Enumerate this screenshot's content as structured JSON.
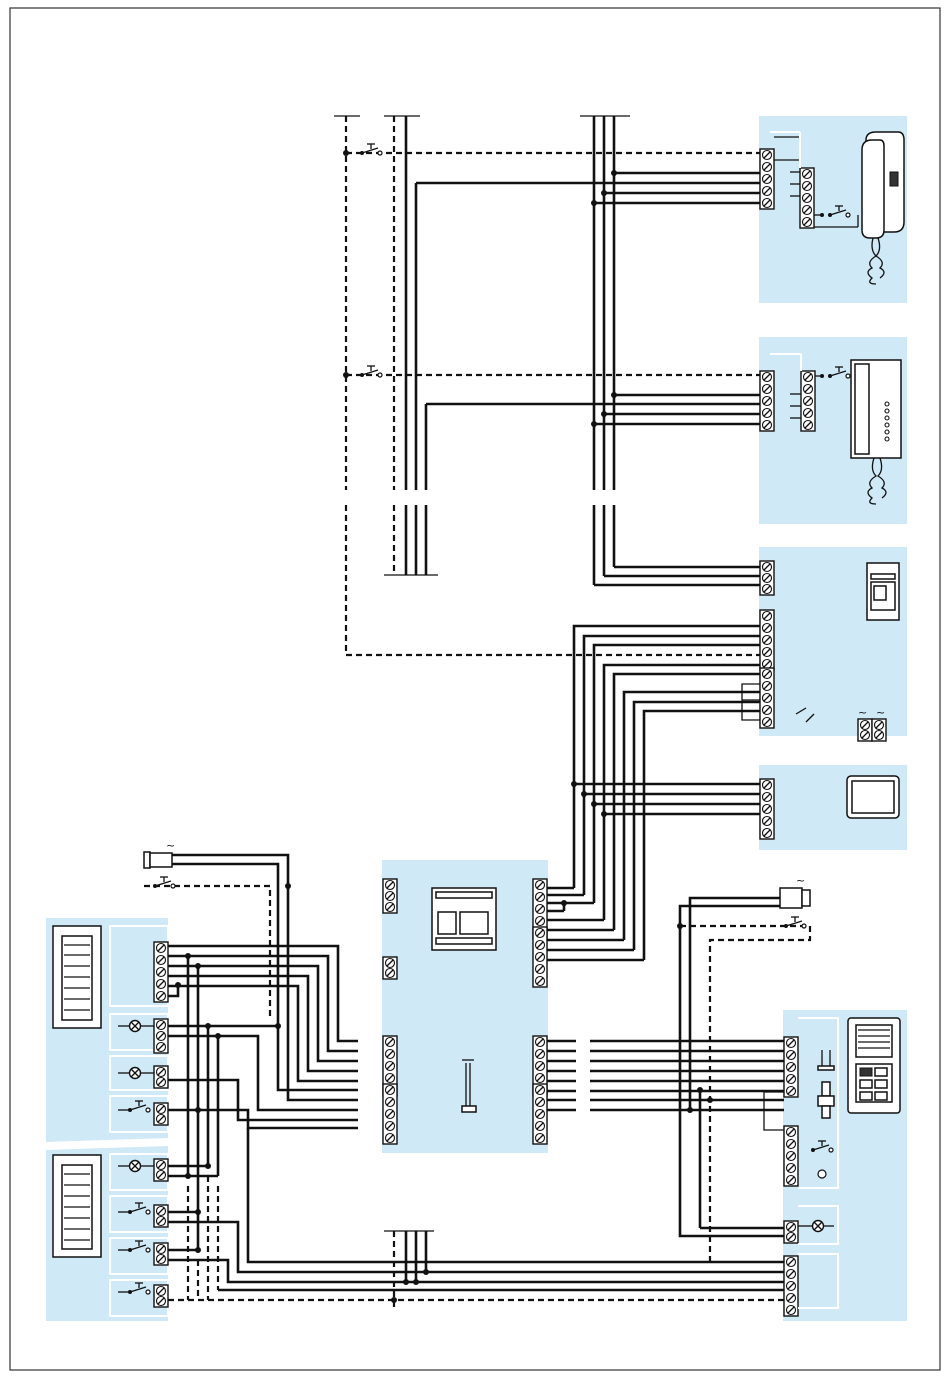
{
  "diagram": {
    "border_color": "#333333",
    "panel_color": "#cfe9f7",
    "wire_color": "#111111",
    "symbols": {
      "ac_supply": "~"
    },
    "devices": [
      {
        "name": "audio-handset-1",
        "icon": "interphone-handset-icon"
      },
      {
        "name": "audio-handset-2",
        "icon": "interphone-wall-unit-icon"
      },
      {
        "name": "power-supply",
        "icon": "din-module-icon"
      },
      {
        "name": "relay-unit",
        "icon": "relay-icon"
      },
      {
        "name": "video-monitor",
        "icon": "monitor-icon"
      },
      {
        "name": "main-controller",
        "icon": "control-unit-icon"
      },
      {
        "name": "left-push-panel-1",
        "icon": "push-button-panel-icon"
      },
      {
        "name": "left-push-panel-2",
        "icon": "push-button-panel-icon"
      },
      {
        "name": "entrance-panel",
        "icon": "door-entry-panel-icon"
      }
    ]
  }
}
